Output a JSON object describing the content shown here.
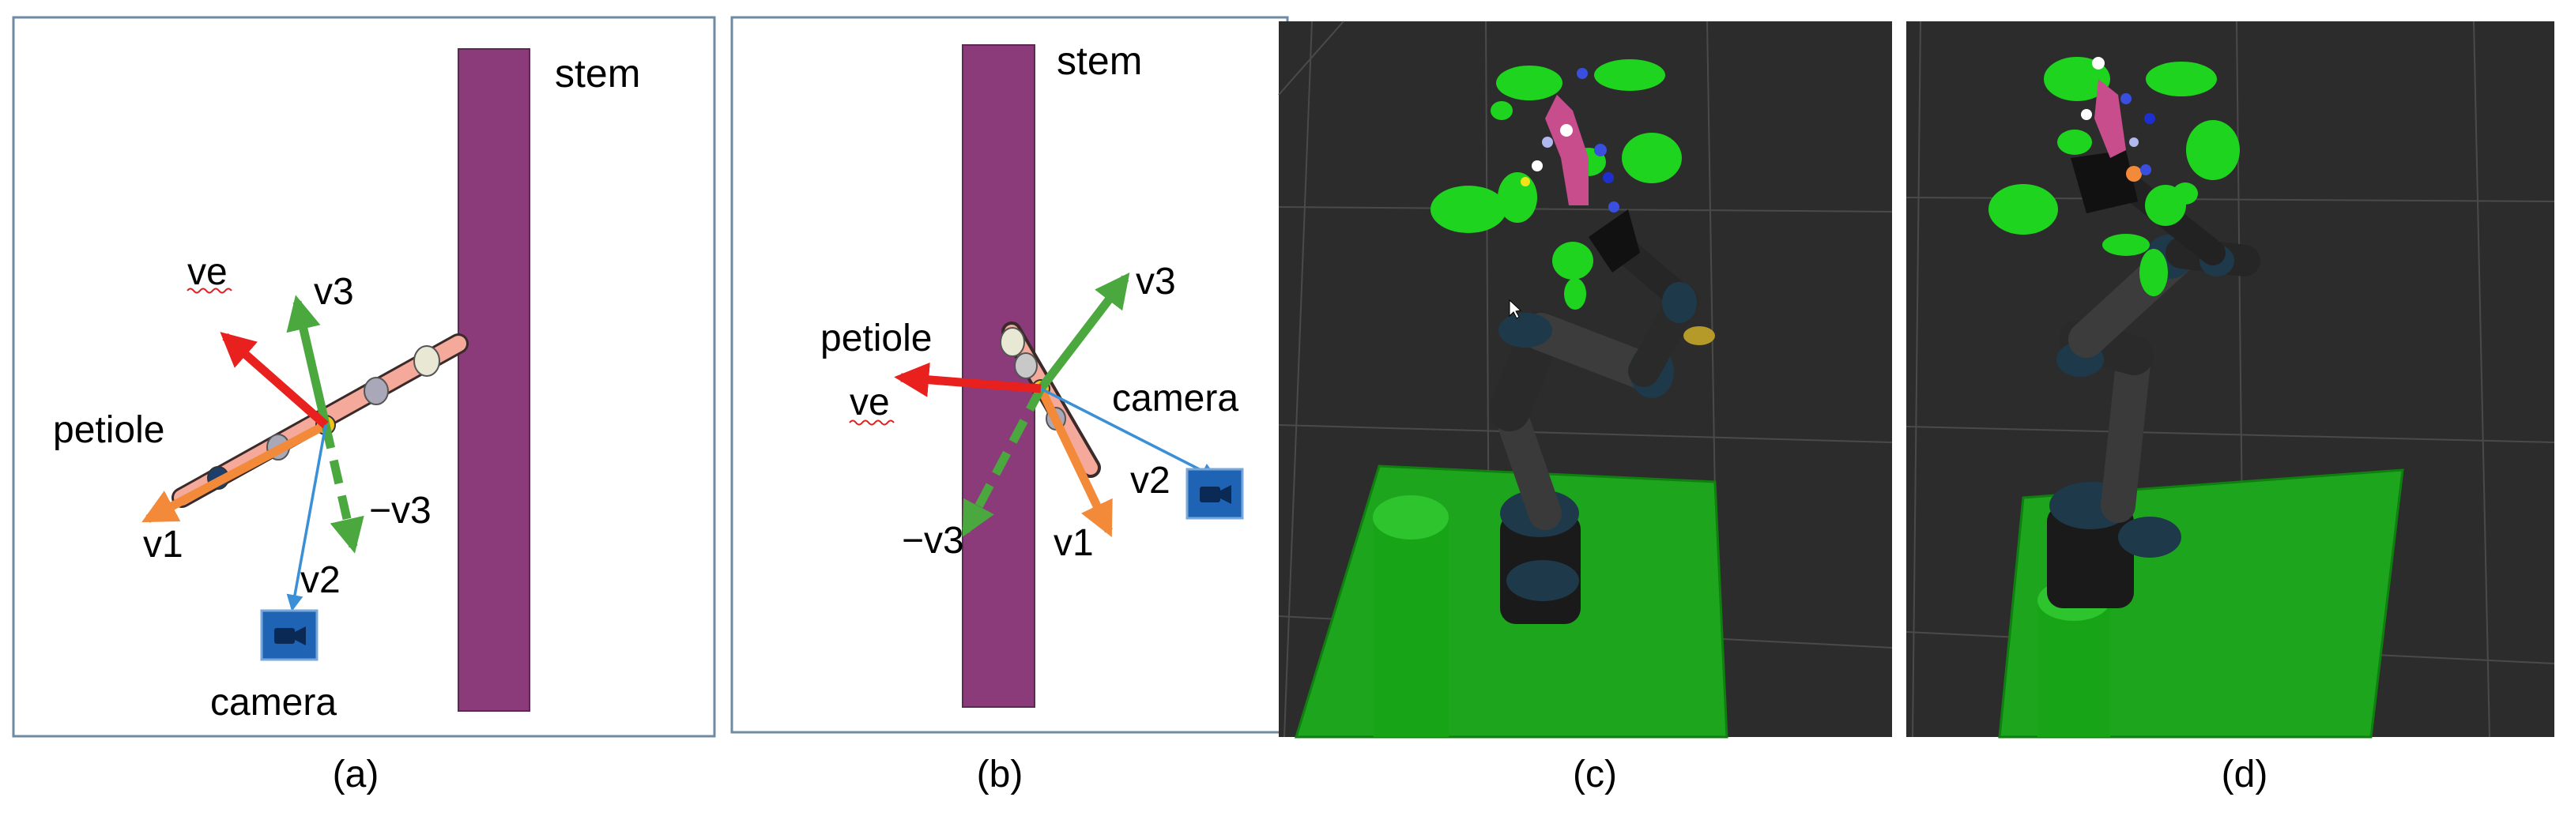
{
  "panel_a": {
    "stem": "stem",
    "ve": "ve",
    "v3": "v3",
    "petiole": "petiole",
    "neg_v3": "−v3",
    "v1": "v1",
    "v2": "v2",
    "camera": "camera",
    "caption": "(a)"
  },
  "panel_b": {
    "stem": "stem",
    "v3": "v3",
    "petiole": "petiole",
    "ve": "ve",
    "camera": "camera",
    "v2": "v2",
    "neg_v3": "−v3",
    "v1": "v1",
    "caption": "(b)"
  },
  "panel_c": {
    "caption": "(c)"
  },
  "panel_d": {
    "caption": "(d)"
  },
  "colors": {
    "stem": "#8b3a7a",
    "v1": "#f28a3a",
    "v3": "#4aa83e",
    "ve": "#e8201e",
    "v2": "#3a8fd6",
    "camera": "#1f63b5",
    "scene_bg": "#2c2c2c",
    "leaf": "#1fd41f",
    "ground": "#1ea51e"
  }
}
